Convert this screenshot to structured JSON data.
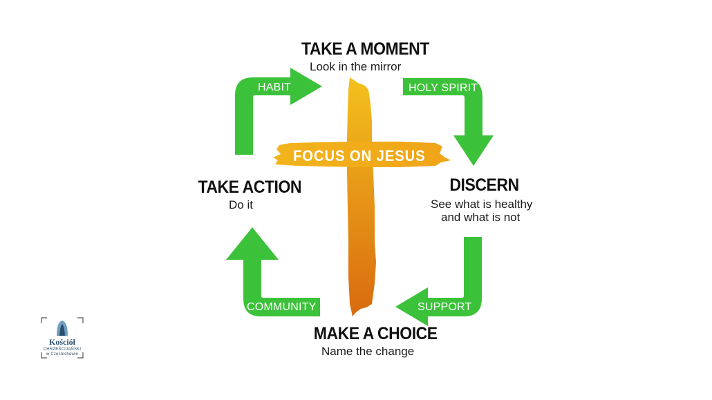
{
  "cross": {
    "label": "FOCUS ON JESUS",
    "color_top": "#f3c11e",
    "color_bottom": "#d96a0f"
  },
  "nodes": {
    "top": {
      "title": "TAKE A MOMENT",
      "subtitle": "Look in the mirror"
    },
    "right": {
      "title": "DISCERN",
      "subtitle_line1": "See what is healthy",
      "subtitle_line2": "and what is not"
    },
    "bottom": {
      "title": "MAKE A CHOICE",
      "subtitle": "Name the change"
    },
    "left": {
      "title": "TAKE ACTION",
      "subtitle": "Do it"
    }
  },
  "arrows": {
    "color": "#3cc23a",
    "top_left": "HABIT",
    "top_right": "HOLY SPIRIT",
    "bottom_right": "SUPPORT",
    "bottom_left": "COMMUNITY"
  },
  "logo": {
    "line1": "Kościół",
    "line2": "CHRZEŚCIJAŃSKI",
    "line3": "w Częstochowie"
  }
}
